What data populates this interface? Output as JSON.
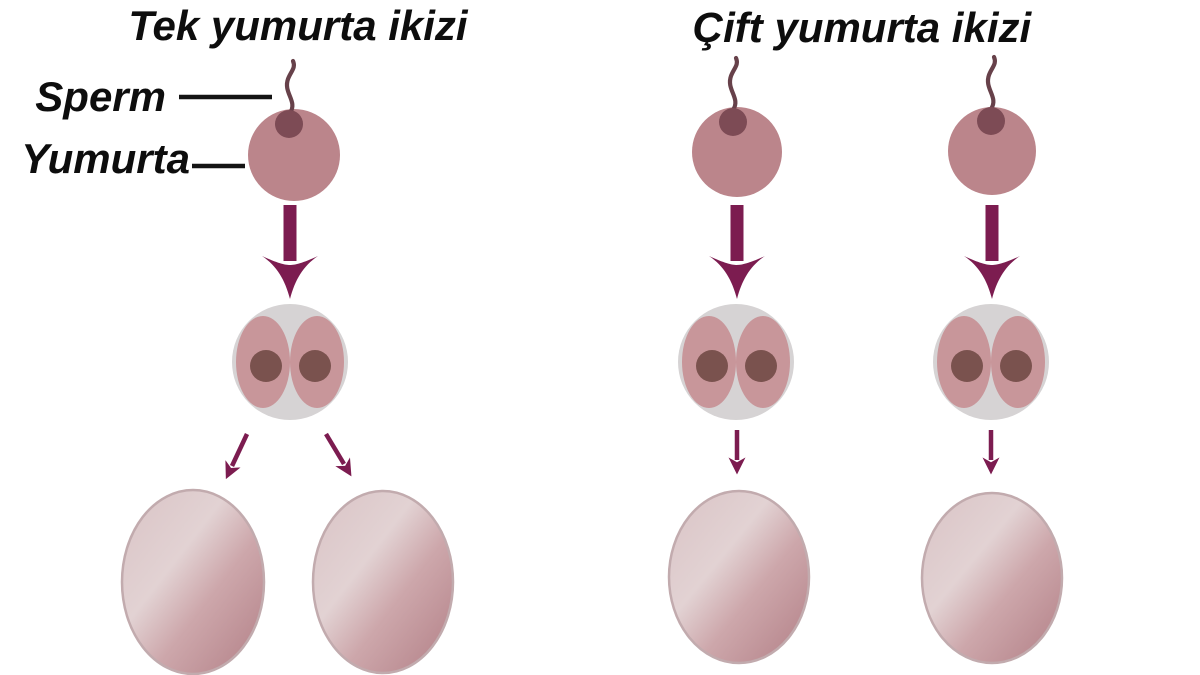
{
  "diagram": {
    "left_panel": {
      "title": "Tek yumurta ikizi",
      "sperm_label": "Sperm",
      "egg_label": "Yumurta"
    },
    "right_panel": {
      "title": "Çift yumurta ikizi"
    }
  },
  "colors": {
    "background": "#ffffff",
    "text": "#0d0d0d",
    "label_line": "#141414",
    "egg": "#bb858b",
    "sperm_head": "#7d4b55",
    "sperm_tail": "#67414a",
    "arrow": "#7c1c50",
    "zygote_shell": "#d6d3d4",
    "blastomere": "#c8969a",
    "nucleus": "#7a524e",
    "fetus_light": "#d9c3c5",
    "fetus_highlight": "#e2d2d3",
    "fetus_mid": "#cda7ab",
    "fetus_dark": "#b27f86",
    "fetus_border": "#c2abae"
  }
}
